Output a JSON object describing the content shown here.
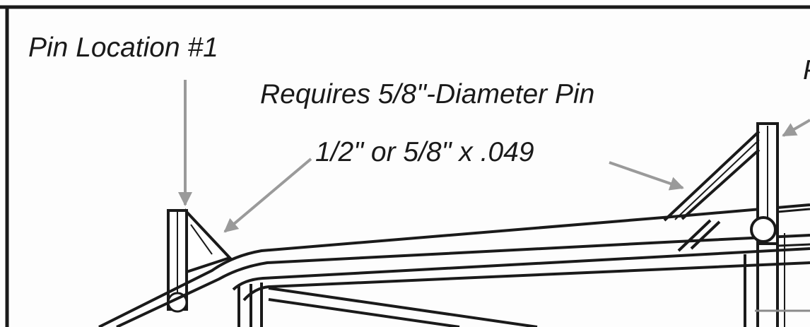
{
  "labels": {
    "pin_location": "Pin Location #1",
    "pin_requirement": "Requires 5/8\"-Diameter Pin",
    "tube_size": "1/2\" or 5/8\" x .049",
    "cut_off_label": "P"
  },
  "colors": {
    "line": "#1a1a1a",
    "arrow": "#9a9a9a",
    "background": "#fdfdfd"
  }
}
